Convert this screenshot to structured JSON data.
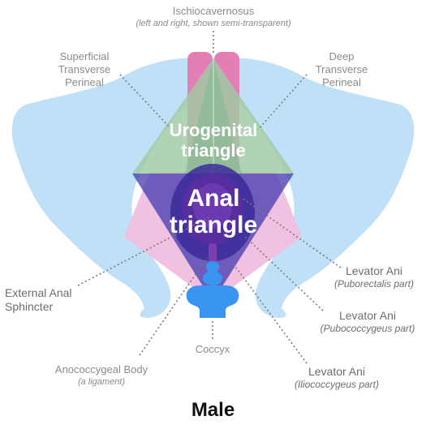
{
  "labels": {
    "ischiocavernosus": {
      "name": "Ischiocavernosus",
      "note": "(left and right, shown semi-transparent)"
    },
    "superficial_transverse_perineal": {
      "line1": "Superficial",
      "line2": "Transverse",
      "line3": "Perineal"
    },
    "deep_transverse_perineal": {
      "line1": "Deep",
      "line2": "Transverse",
      "line3": "Perineal"
    },
    "urogenital_triangle": {
      "line1": "Urogenital",
      "line2": "triangle"
    },
    "anal_triangle": {
      "line1": "Anal",
      "line2": "triangle"
    },
    "external_anal_sphincter": {
      "line1": "External Anal",
      "line2": "Sphincter"
    },
    "levator_ani_puborectalis": {
      "name": "Levator Ani",
      "part": "(Puborectalis part)"
    },
    "levator_ani_pubococcygeus": {
      "name": "Levator Ani",
      "part": "(Pubococcygeus part)"
    },
    "levator_ani_iliococcygeus": {
      "name": "Levator Ani",
      "part": "(Iliococcygeus part)"
    },
    "coccyx": {
      "name": "Coccyx"
    },
    "anococcygeal_body": {
      "name": "Anococcygeal Body",
      "note": "(a ligament)"
    }
  },
  "caption": "Male",
  "colors": {
    "bone": "#bfe0f7",
    "coccyx": "#3a95f0",
    "ischiocavernosus": "#e37fb4",
    "superficial_transverse": "#9fc9a4",
    "deep_transverse": "#8ccf9e",
    "levator_outer": "#f0bedf",
    "anal_triangle": "#4a3fb0",
    "anal_inner": "#3b2a9a",
    "sphincter": "#5a2ea0",
    "leader": "#7a7a7a"
  }
}
